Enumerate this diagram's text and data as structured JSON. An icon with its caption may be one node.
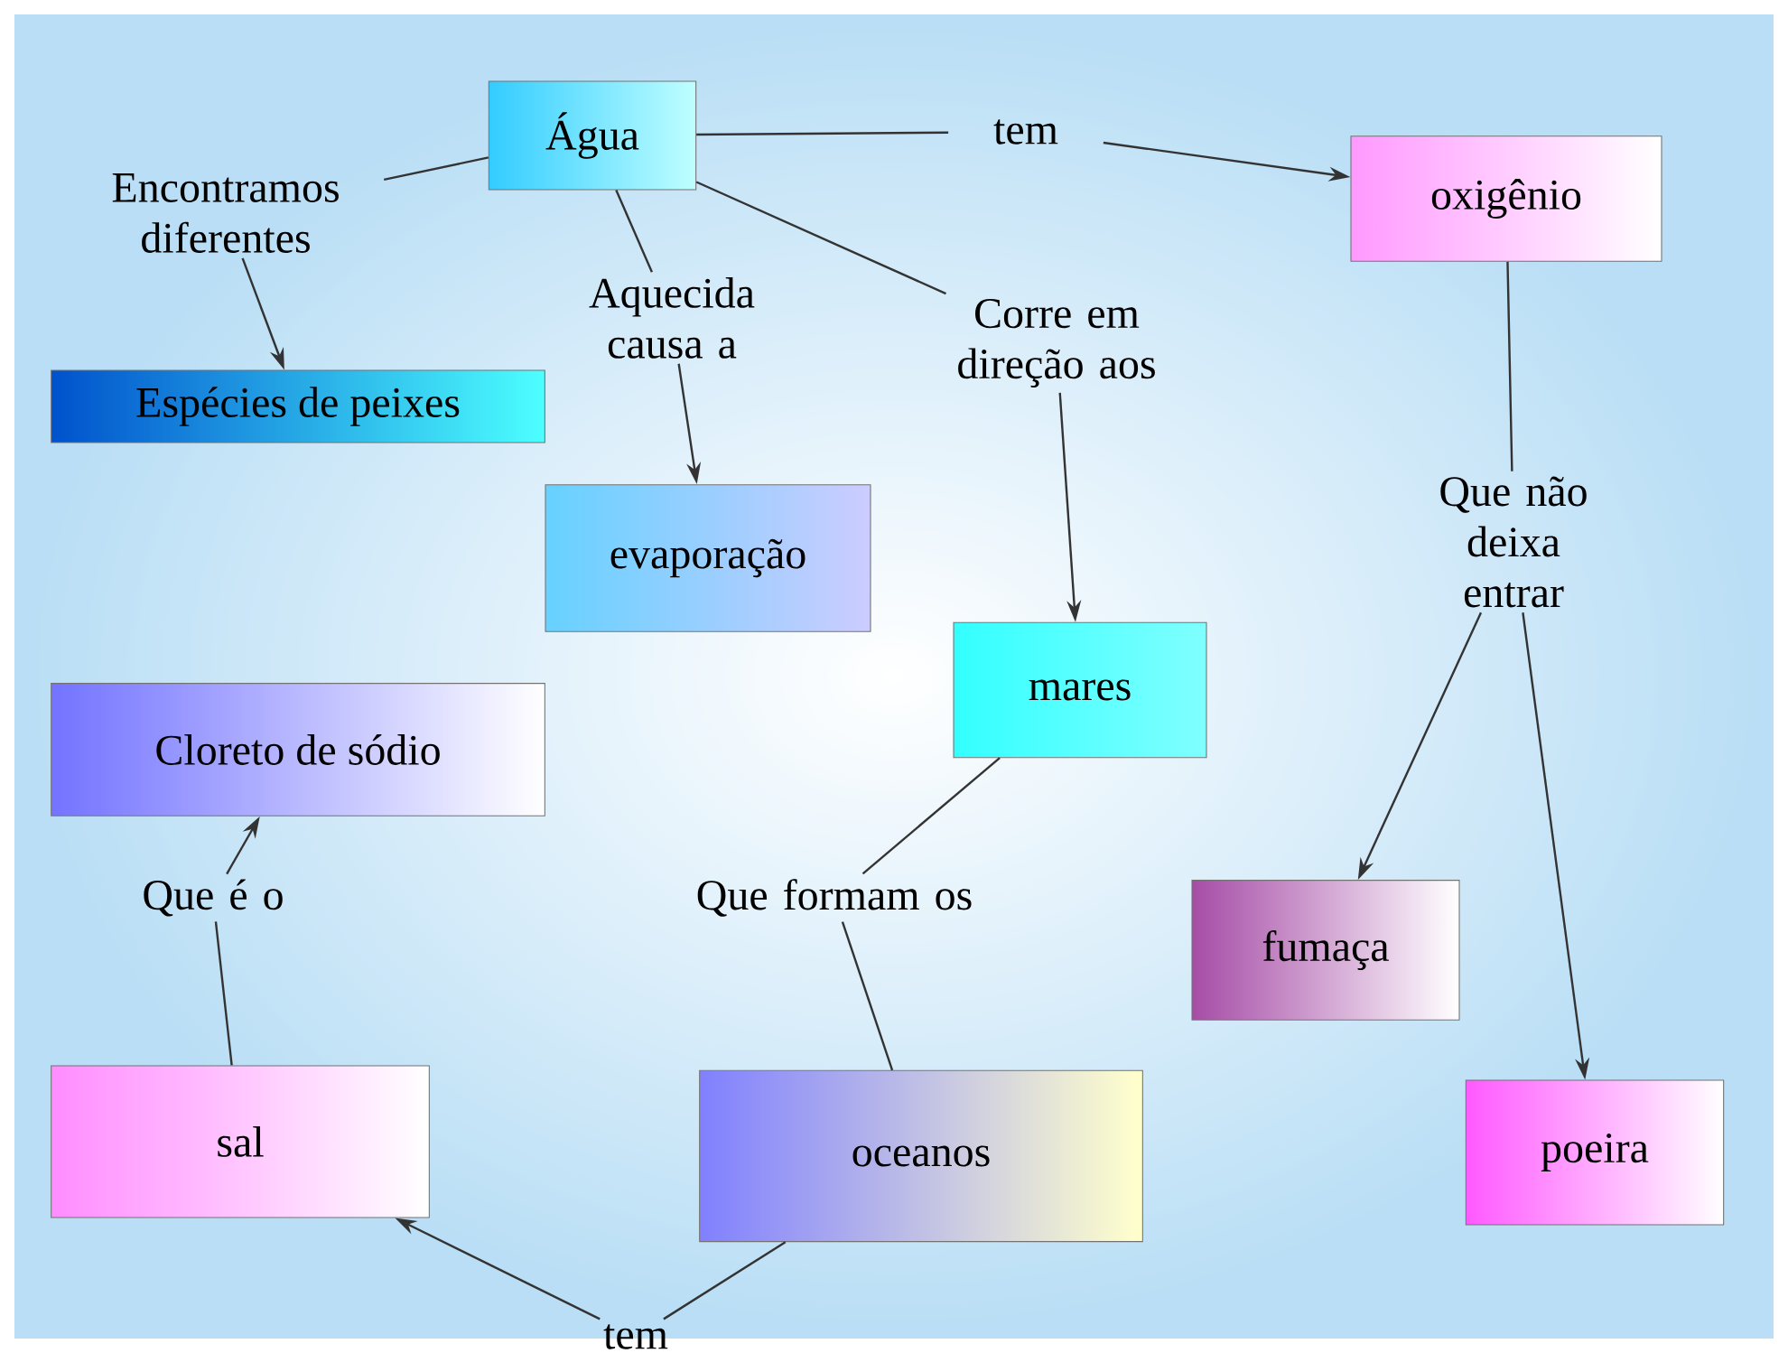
{
  "diagram": {
    "nodes": [
      {
        "text": [
          "Água"
        ]
      },
      {
        "text": [
          "tem"
        ]
      },
      {
        "text": [
          "oxigênio"
        ]
      },
      {
        "text": [
          "Encontramos diferentes"
        ]
      },
      {
        "text": [
          "Espécies de peixes"
        ]
      },
      {
        "text": [
          "Aquecida causa a"
        ]
      },
      {
        "text": [
          "evaporação"
        ]
      },
      {
        "text": [
          "Corre em direção aos"
        ]
      },
      {
        "text": [
          "mares"
        ]
      },
      {
        "text": [
          "Que não deixa entrar"
        ]
      },
      {
        "text": [
          "Cloreto de sódio"
        ]
      },
      {
        "text": [
          "Que formam os"
        ]
      },
      {
        "text": [
          "fumaça"
        ]
      },
      {
        "text": [
          "Que é o"
        ]
      },
      {
        "text": [
          "sal"
        ]
      },
      {
        "text": [
          "oceanos"
        ]
      },
      {
        "text": [
          "poeira"
        ]
      },
      {
        "text": [
          "tem"
        ]
      }
    ],
    "edges": [
      {
        "from": 0,
        "to": 1,
        "arrow": "none"
      },
      {
        "from": 1,
        "to": 2,
        "arrow": "to"
      },
      {
        "from": 0,
        "to": 3,
        "arrow": "none"
      },
      {
        "from": 3,
        "to": 4,
        "arrow": "to"
      },
      {
        "from": 0,
        "to": 5,
        "arrow": "none"
      },
      {
        "from": 5,
        "to": 6,
        "arrow": "to"
      },
      {
        "from": 0,
        "to": 7,
        "arrow": "none"
      },
      {
        "from": 7,
        "to": 8,
        "arrow": "to"
      },
      {
        "from": 2,
        "to": 9,
        "arrow": "none"
      },
      {
        "from": 9,
        "to": 12,
        "arrow": "to"
      },
      {
        "from": 9,
        "to": 16,
        "arrow": "to"
      },
      {
        "from": 8,
        "to": 11,
        "arrow": "none"
      },
      {
        "from": 11,
        "to": 15,
        "arrow": "none"
      },
      {
        "from": 15,
        "to": 17,
        "arrow": "none"
      },
      {
        "from": 17,
        "to": 14,
        "arrow": "to"
      },
      {
        "from": 14,
        "to": 13,
        "arrow": "none"
      },
      {
        "from": 13,
        "to": 10,
        "arrow": "to"
      }
    ]
  }
}
